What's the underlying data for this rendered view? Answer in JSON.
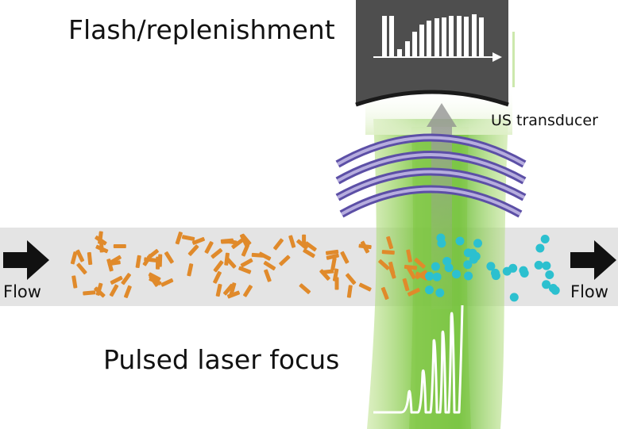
{
  "labels": {
    "flash": "Flash/replenishment",
    "us_transducer": "US transducer",
    "flow_left": "Flow",
    "flow_right": "Flow",
    "laser": "Pulsed laser focus"
  },
  "colors": {
    "channel": "#e4e4e4",
    "laser_light": "#cfe7a6",
    "laser_mid": "#9fd25a",
    "laser_dark": "#6cbf3c",
    "particle_rod": "#e08a2b",
    "particle_dot": "#2cc0cf",
    "transducer_body": "#4e4e4e",
    "wave": "#6e62b3",
    "arrow": "#111111"
  },
  "icons": [
    "flow-arrow-icon",
    "transducer-icon",
    "ultrasound-wave-icon",
    "pulse-signal-icon",
    "histogram-icon"
  ]
}
